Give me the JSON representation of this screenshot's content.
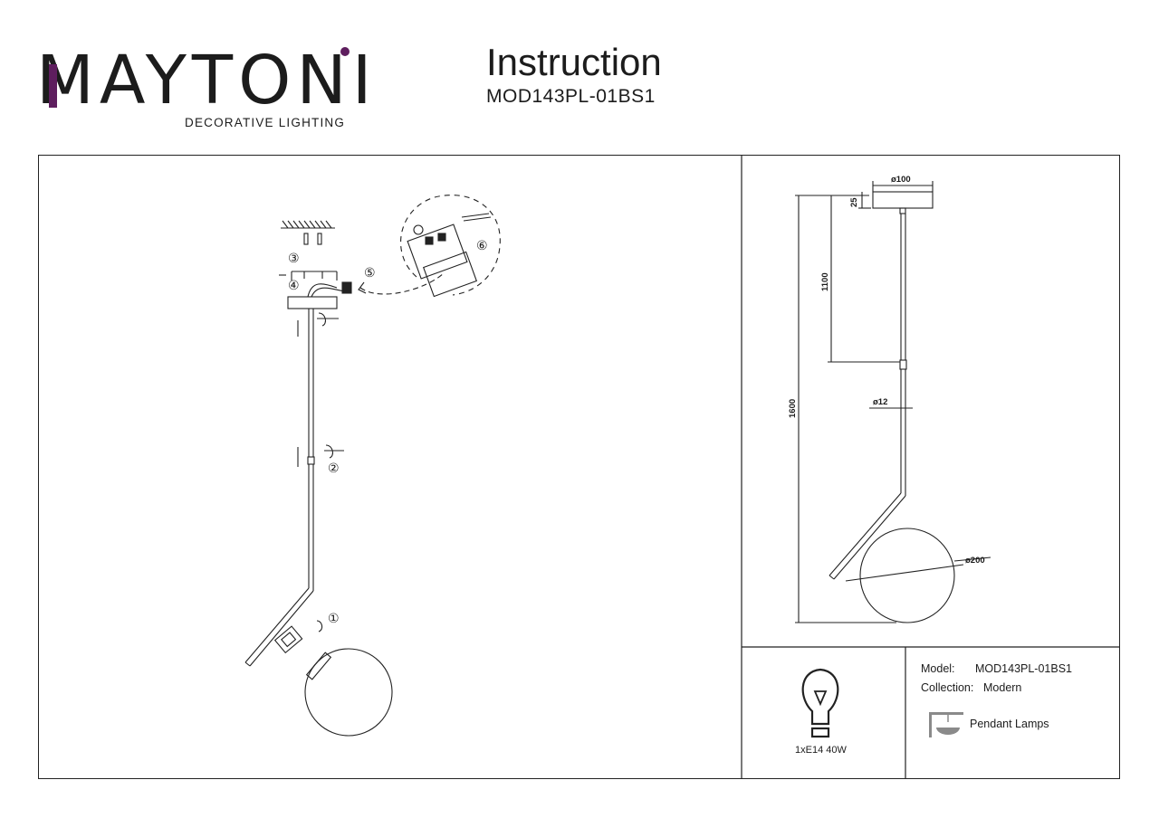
{
  "header": {
    "brand_name": "MAYTONI",
    "brand_tagline": "DECORATIVE LIGHTING",
    "title": "Instruction",
    "model_code": "MOD143PL-01BS1"
  },
  "colors": {
    "brand_accent": "#5e1e5e",
    "ink": "#1c1c1c",
    "line": "#222222"
  },
  "assembly": {
    "steps": [
      "①",
      "②",
      "③",
      "④",
      "⑤",
      "⑥"
    ]
  },
  "dimensions": {
    "canopy_diameter": "ø100",
    "canopy_height": "25",
    "upper_length": "1100",
    "total_height": "1600",
    "rod_diameter": "ø12",
    "shade_diameter": "ø200"
  },
  "bulb": {
    "spec": "1xE14 40W",
    "icon": "bulb-icon"
  },
  "info": {
    "model_label": "Model:",
    "model_value": "MOD143PL-01BS1",
    "collection_label": "Collection:",
    "collection_value": "Modern",
    "type_label": "Pendant Lamps",
    "type_icon": "pendant-lamp-icon"
  }
}
